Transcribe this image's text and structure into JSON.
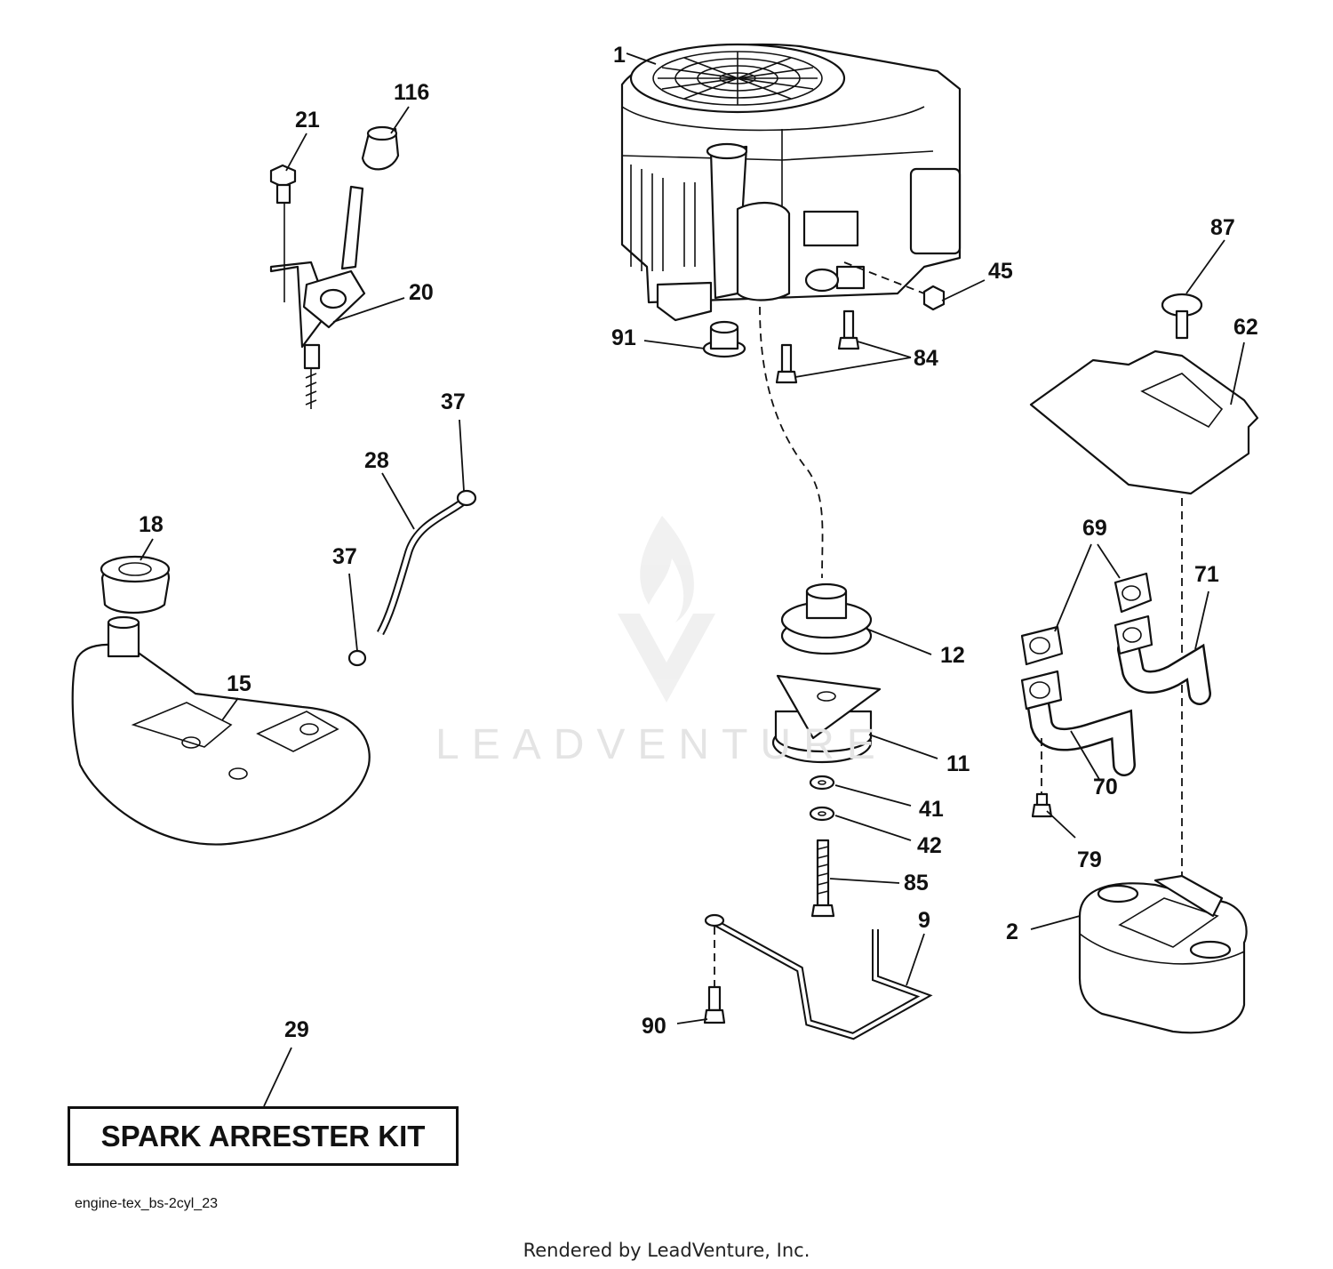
{
  "diagram": {
    "callouts": [
      "1",
      "116",
      "21",
      "20",
      "45",
      "87",
      "62",
      "91",
      "84",
      "37",
      "28",
      "18",
      "37",
      "15",
      "12",
      "11",
      "41",
      "42",
      "85",
      "9",
      "90",
      "69",
      "71",
      "70",
      "79",
      "2",
      "29"
    ]
  },
  "kit": {
    "label": "SPARK ARRESTER KIT"
  },
  "diagram_code": "engine-tex_bs-2cyl_23",
  "credit": "Rendered by LeadVenture, Inc.",
  "watermark": "LEADVENTURE",
  "icons": [
    "engine-icon",
    "throttle-control-icon",
    "fuel-tank-icon",
    "fuel-cap-icon",
    "fuel-line-icon",
    "clamp-icon",
    "pulley-icon",
    "electric-clutch-icon",
    "washer-icon",
    "bolt-icon",
    "muffler-icon",
    "heat-shield-icon",
    "exhaust-pipe-icon",
    "gasket-icon",
    "clutch-bracket-icon",
    "nut-icon",
    "bushing-icon",
    "leadventure-logo-icon"
  ]
}
